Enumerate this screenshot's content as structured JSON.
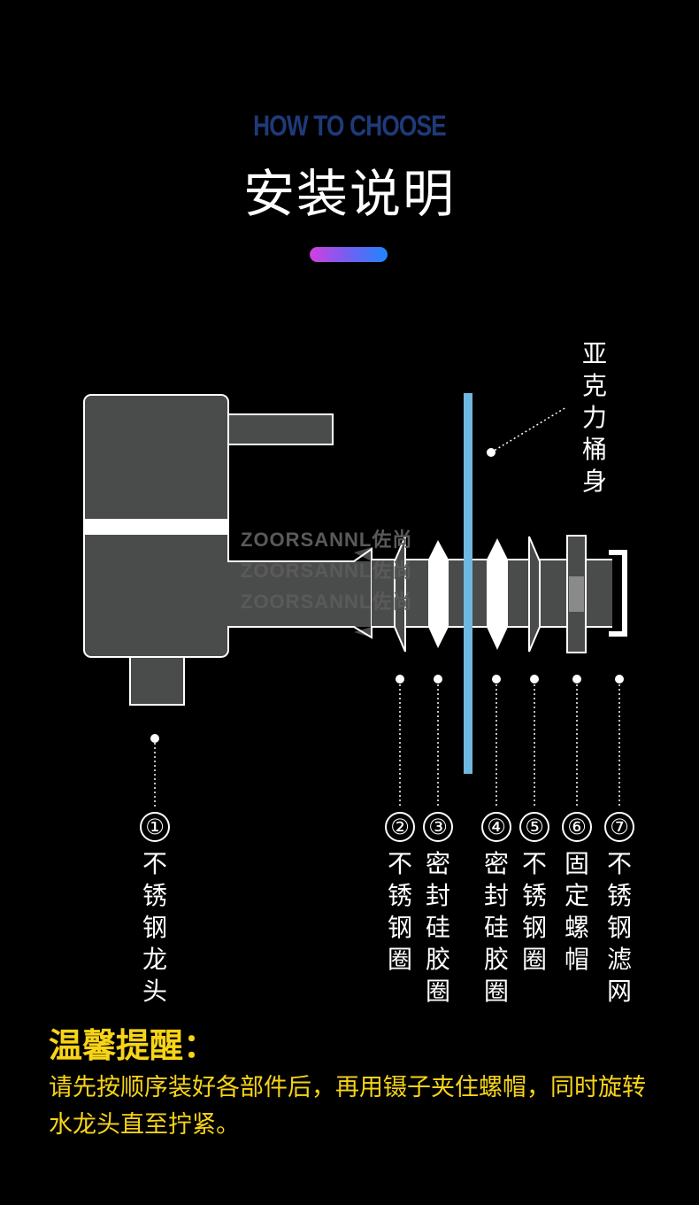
{
  "header": {
    "eyebrow": "HOW TO CHOOSE",
    "title": "安装说明"
  },
  "colors": {
    "background": "#000000",
    "eyebrow": "#1f3a7a",
    "accent_gradient": [
      "#d33fe0",
      "#1f86ff"
    ],
    "faucet_body": "#4a4c4b",
    "acrylic_tube": "#6fb8e0",
    "tip": "#f7d417"
  },
  "watermark": "ZOORSANNL佐尚",
  "diagram": {
    "tube_label": "亚克力桶身",
    "parts": [
      {
        "number": "①",
        "label": "不锈钢龙头"
      },
      {
        "number": "②",
        "label": "不锈钢圈"
      },
      {
        "number": "③",
        "label": "密封硅胶圈"
      },
      {
        "number": "④",
        "label": "密封硅胶圈"
      },
      {
        "number": "⑤",
        "label": "不锈钢圈"
      },
      {
        "number": "⑥",
        "label": "固定螺帽"
      },
      {
        "number": "⑦",
        "label": "不锈钢滤网"
      }
    ]
  },
  "tip": {
    "title": "温馨提醒：",
    "body": "请先按顺序装好各部件后，再用镊子夹住螺帽，同时旋转水龙头直至拧紧。"
  }
}
